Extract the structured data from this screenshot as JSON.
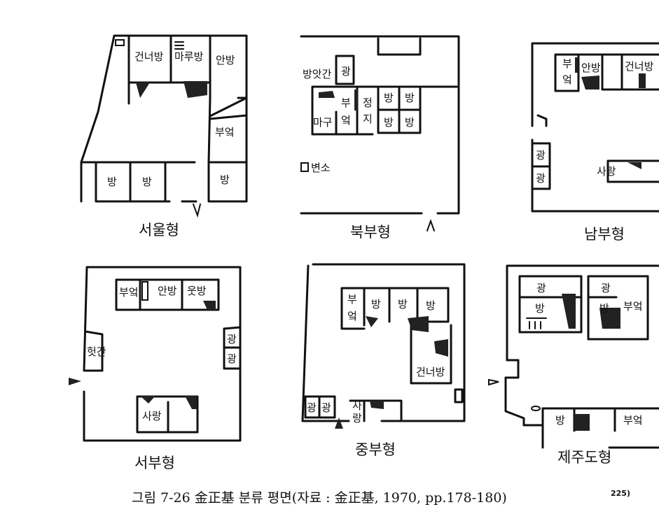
{
  "plans": [
    {
      "id": "seoul",
      "title": "서울형",
      "rooms": [
        "건너방",
        "마루방",
        "안방",
        "부엌",
        "방",
        "방",
        "방"
      ]
    },
    {
      "id": "north",
      "title": "북부형",
      "rooms": [
        "방앗간",
        "광",
        "부",
        "엌",
        "정",
        "지",
        "방",
        "방",
        "방",
        "방",
        "마구",
        "변소"
      ]
    },
    {
      "id": "south",
      "title": "남부형",
      "rooms": [
        "부",
        "엌",
        "안방",
        "건너방",
        "광",
        "광",
        "사랑"
      ]
    },
    {
      "id": "west",
      "title": "서부형",
      "rooms": [
        "부엌",
        "안방",
        "웃방",
        "광",
        "광",
        "헛간",
        "사랑"
      ]
    },
    {
      "id": "central",
      "title": "중부형",
      "rooms": [
        "부",
        "엌",
        "방",
        "방",
        "방",
        "건너방",
        "광",
        "광",
        "사",
        "랑"
      ]
    },
    {
      "id": "jeju",
      "title": "제주도형",
      "rooms": [
        "광",
        "광",
        "방",
        "방",
        "부엌",
        "방",
        "부엌"
      ]
    }
  ],
  "caption": {
    "text": "그림 7-26   金正基 분류 평면(자료 : 金正基,  1970, pp.178-180)",
    "ref": "225)"
  }
}
